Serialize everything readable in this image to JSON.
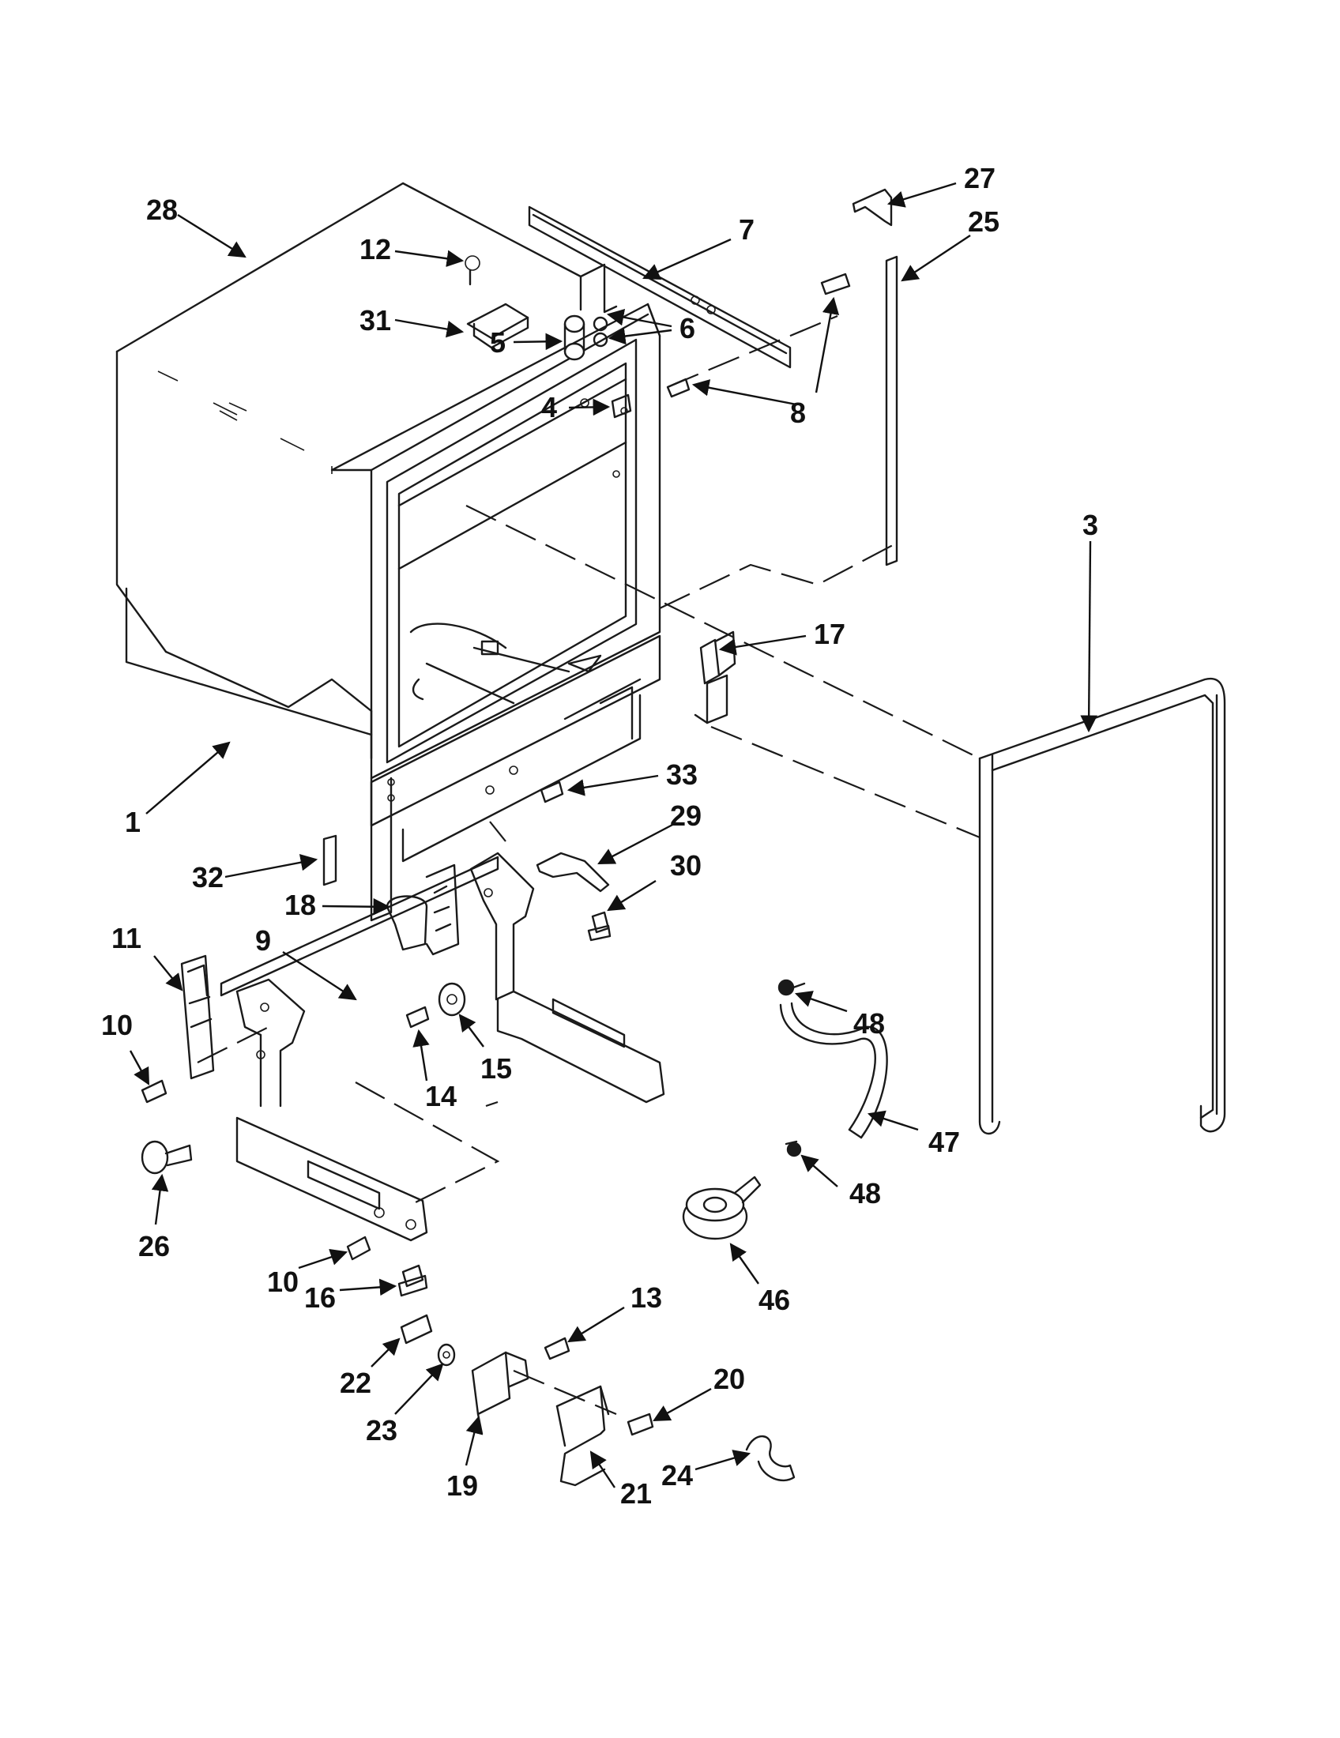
{
  "callouts": [
    {
      "id": "c1",
      "label": "1"
    },
    {
      "id": "c3",
      "label": "3"
    },
    {
      "id": "c4",
      "label": "4"
    },
    {
      "id": "c5",
      "label": "5"
    },
    {
      "id": "c6",
      "label": "6"
    },
    {
      "id": "c7",
      "label": "7"
    },
    {
      "id": "c8",
      "label": "8"
    },
    {
      "id": "c9",
      "label": "9"
    },
    {
      "id": "c10a",
      "label": "10"
    },
    {
      "id": "c10b",
      "label": "10"
    },
    {
      "id": "c11",
      "label": "11"
    },
    {
      "id": "c12",
      "label": "12"
    },
    {
      "id": "c13",
      "label": "13"
    },
    {
      "id": "c14",
      "label": "14"
    },
    {
      "id": "c15",
      "label": "15"
    },
    {
      "id": "c16",
      "label": "16"
    },
    {
      "id": "c17",
      "label": "17"
    },
    {
      "id": "c18",
      "label": "18"
    },
    {
      "id": "c19",
      "label": "19"
    },
    {
      "id": "c20",
      "label": "20"
    },
    {
      "id": "c21",
      "label": "21"
    },
    {
      "id": "c22",
      "label": "22"
    },
    {
      "id": "c23",
      "label": "23"
    },
    {
      "id": "c24",
      "label": "24"
    },
    {
      "id": "c25",
      "label": "25"
    },
    {
      "id": "c26",
      "label": "26"
    },
    {
      "id": "c27",
      "label": "27"
    },
    {
      "id": "c28",
      "label": "28"
    },
    {
      "id": "c29",
      "label": "29"
    },
    {
      "id": "c30",
      "label": "30"
    },
    {
      "id": "c31",
      "label": "31"
    },
    {
      "id": "c32",
      "label": "32"
    },
    {
      "id": "c33",
      "label": "33"
    },
    {
      "id": "c46",
      "label": "46"
    },
    {
      "id": "c47",
      "label": "47"
    },
    {
      "id": "c48a",
      "label": "48"
    },
    {
      "id": "c48b",
      "label": "48"
    }
  ]
}
